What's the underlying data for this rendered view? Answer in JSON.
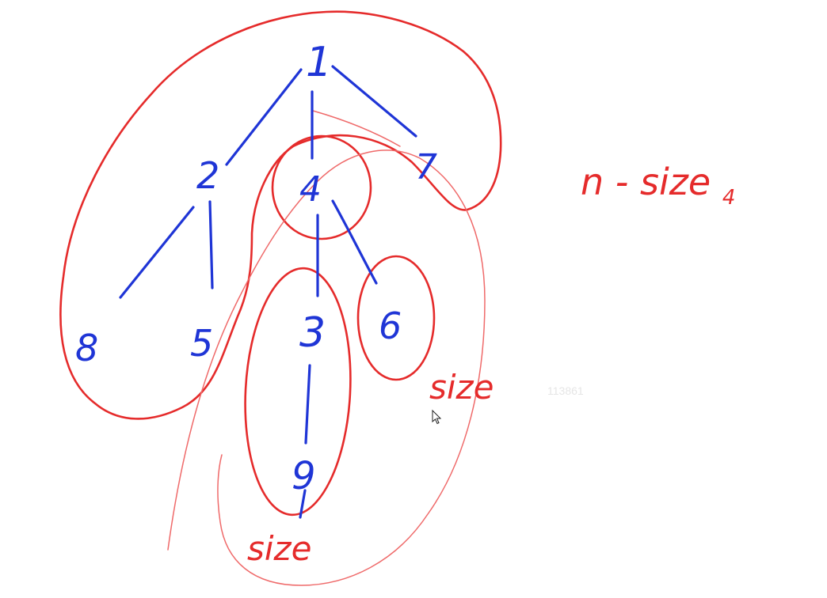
{
  "nodes": {
    "n1": "1",
    "n2": "2",
    "n4": "4",
    "n7": "7",
    "n8": "8",
    "n5": "5",
    "n3": "3",
    "n6": "6",
    "n9": "9"
  },
  "annotations": {
    "size_right": "size",
    "size_bottom": "size",
    "formula_main": "n - size",
    "formula_subscript": "4"
  },
  "watermark": "113861",
  "colors": {
    "tree_ink": "#1f35d6",
    "annotation_ink": "#e52b2b"
  }
}
